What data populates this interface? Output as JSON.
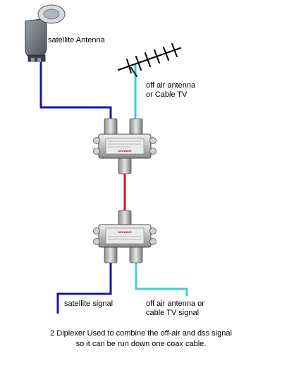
{
  "labels": {
    "satellite_antenna": "satellite Antenna",
    "off_air_top_line1": "off air antenna",
    "off_air_top_line2": "or Cable TV",
    "satellite_signal": "satellite signal",
    "off_air_bottom_line1": "off air antenna or",
    "off_air_bottom_line2": "cable TV signal"
  },
  "caption": {
    "line1": "2 Diplexer Used to combine the off-air and dss signal",
    "line2": "so it can be run down one coax cable."
  },
  "device_text": {
    "top_brand": "DIGIWAVE",
    "bottom_brand": "DIGIWAVE"
  },
  "colors": {
    "satellite_cable": "#1a1aa0",
    "antenna_cable": "#40d0d0",
    "combined_cable": "#e01010",
    "device_body": "#c8c8c8",
    "lnb_body": "#6a6f78"
  }
}
